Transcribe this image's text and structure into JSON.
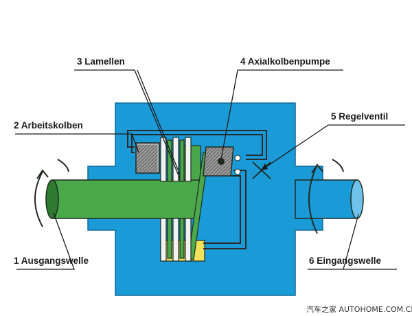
{
  "labels": {
    "ausgangswelle": "1 Ausgangswelle",
    "arbeitskolben": "2 Arbeitskolben",
    "lamellen": "3 Lamellen",
    "axialkolbenpumpe": "4 Axialkolbenpumpe",
    "regelventil": "5 Regelventil",
    "eingangswelle": "6 Eingangswelle"
  },
  "watermark": "汽车之家 AUTOHOME.COM.CN",
  "colors": {
    "housing": "#1a9ad6",
    "shaft": "#4aa84a",
    "shaft_dark": "#2e7a30",
    "outline": "#1f2a1f",
    "oil": "#f2e25a",
    "piston": "#8c8c8c",
    "disc": "#f2f2f2",
    "line": "#3a3a3a"
  }
}
